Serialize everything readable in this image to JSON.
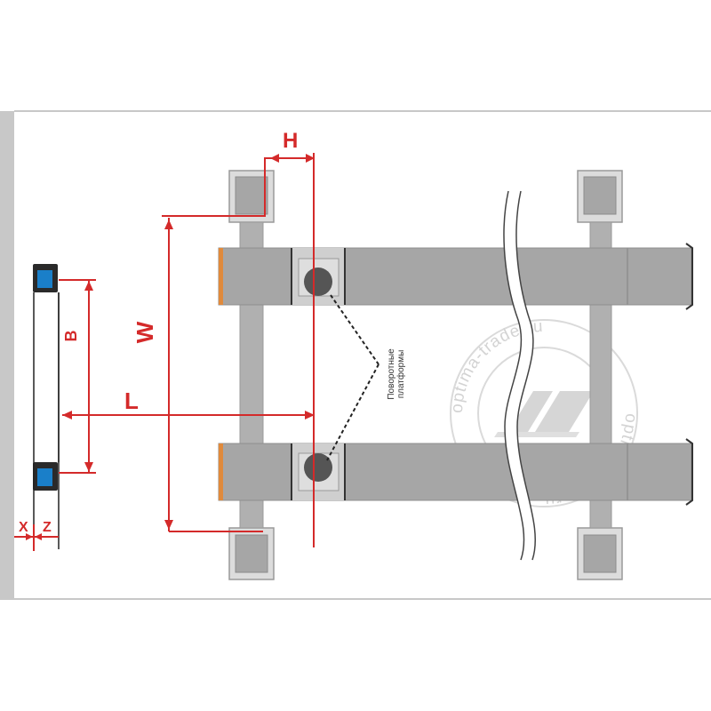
{
  "dimensions": {
    "H": "H",
    "W": "W",
    "L": "L",
    "B": "B",
    "X": "X",
    "Z": "Z"
  },
  "annotation": {
    "line1": "Поворотные",
    "line2": "платформы"
  },
  "watermark": {
    "ring_text": "optima-trade.ru"
  },
  "colors": {
    "dimension": "#d42a2a",
    "beam": "#a6a6a6",
    "post": "#b0b0b0",
    "sensor": "#1a7fc9",
    "watermark": "#cfcfcf"
  }
}
